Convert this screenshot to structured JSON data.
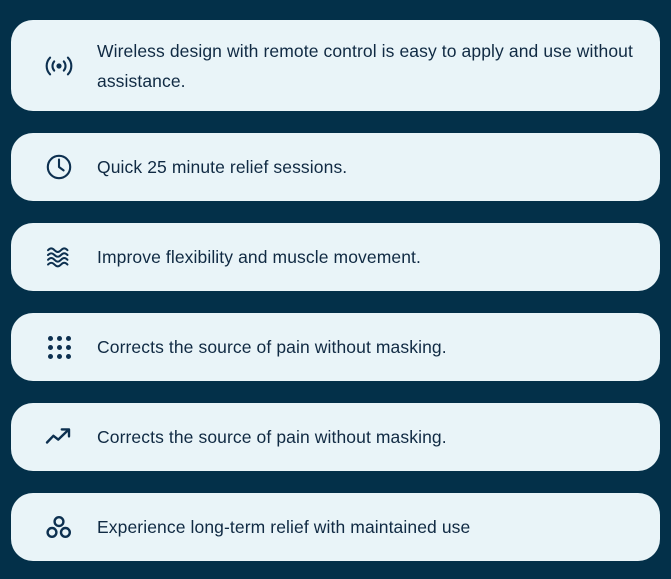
{
  "theme": {
    "page_background": "#033049",
    "card_background": "#e9f4f8",
    "text_color": "#102a43",
    "icon_color": "#0d3050"
  },
  "features": [
    {
      "icon": "wireless-signal-icon",
      "text": "Wireless design with remote control is easy to apply and use without assistance."
    },
    {
      "icon": "clock-icon",
      "text": "Quick 25 minute relief sessions."
    },
    {
      "icon": "waves-icon",
      "text": "Improve flexibility and muscle movement."
    },
    {
      "icon": "dot-grid-icon",
      "text": "Corrects the source of pain without masking."
    },
    {
      "icon": "trending-up-arrow-icon",
      "text": "Corrects the source of pain without masking."
    },
    {
      "icon": "three-circles-group-icon",
      "text": "Experience long-term relief with maintained use"
    }
  ]
}
